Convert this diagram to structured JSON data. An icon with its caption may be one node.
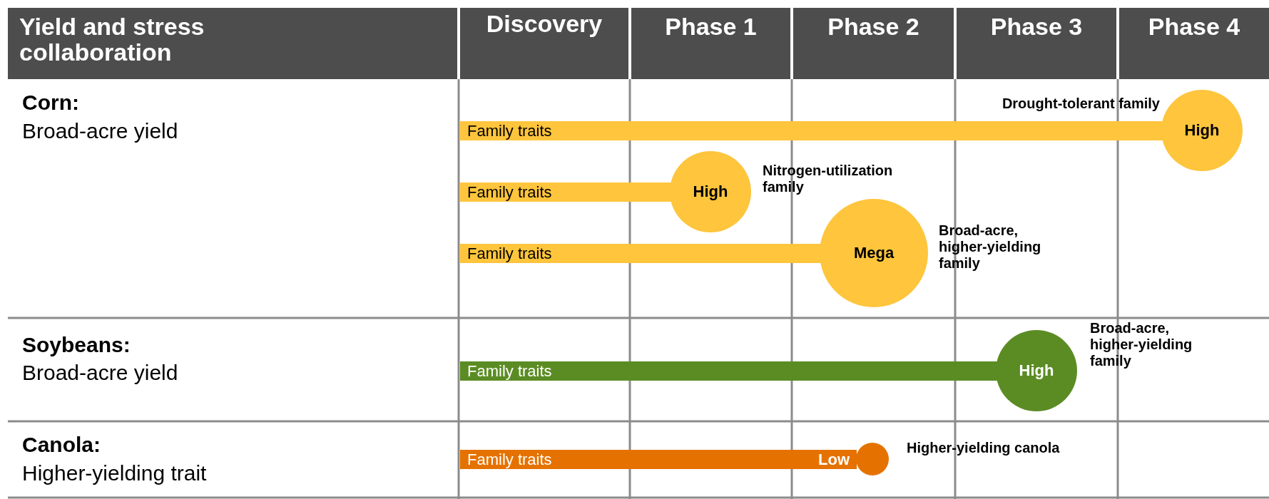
{
  "diagram": {
    "nodes": [
      {
        "text": [
          "Yield and stress collaboration"
        ]
      },
      {
        "text": [
          "Discovery"
        ]
      },
      {
        "text": [
          "Phase 1"
        ]
      },
      {
        "text": [
          "Phase 2"
        ]
      },
      {
        "text": [
          "Phase 3"
        ]
      },
      {
        "text": [
          "Phase 4"
        ]
      },
      {
        "text": [
          "Family traits"
        ]
      },
      {
        "text": [
          "High"
        ],
        "beside": [
          "Drought-tolerant family"
        ]
      },
      {
        "text": [
          "Family traits"
        ]
      },
      {
        "text": [
          "High"
        ],
        "beside": [
          "Nitrogen-utilization family"
        ]
      },
      {
        "text": [
          "Family traits"
        ]
      },
      {
        "text": [
          "Mega"
        ],
        "beside": [
          "Broad-acre, higher-yielding family"
        ]
      },
      {
        "text": [
          "Family traits"
        ]
      },
      {
        "text": [
          "High"
        ],
        "beside": [
          "Broad-acre, higher-yielding family"
        ]
      },
      {
        "text": [
          "Family traits",
          "Low"
        ]
      },
      {
        "text": [],
        "shape": "circle",
        "beside": [
          "Higher-yielding canola"
        ]
      }
    ],
    "labels": [
      "Corn:",
      "Broad-acre yield",
      "Soybeans:",
      "Broad-acre yield",
      "Canola:",
      "Higher-yielding trait"
    ]
  }
}
